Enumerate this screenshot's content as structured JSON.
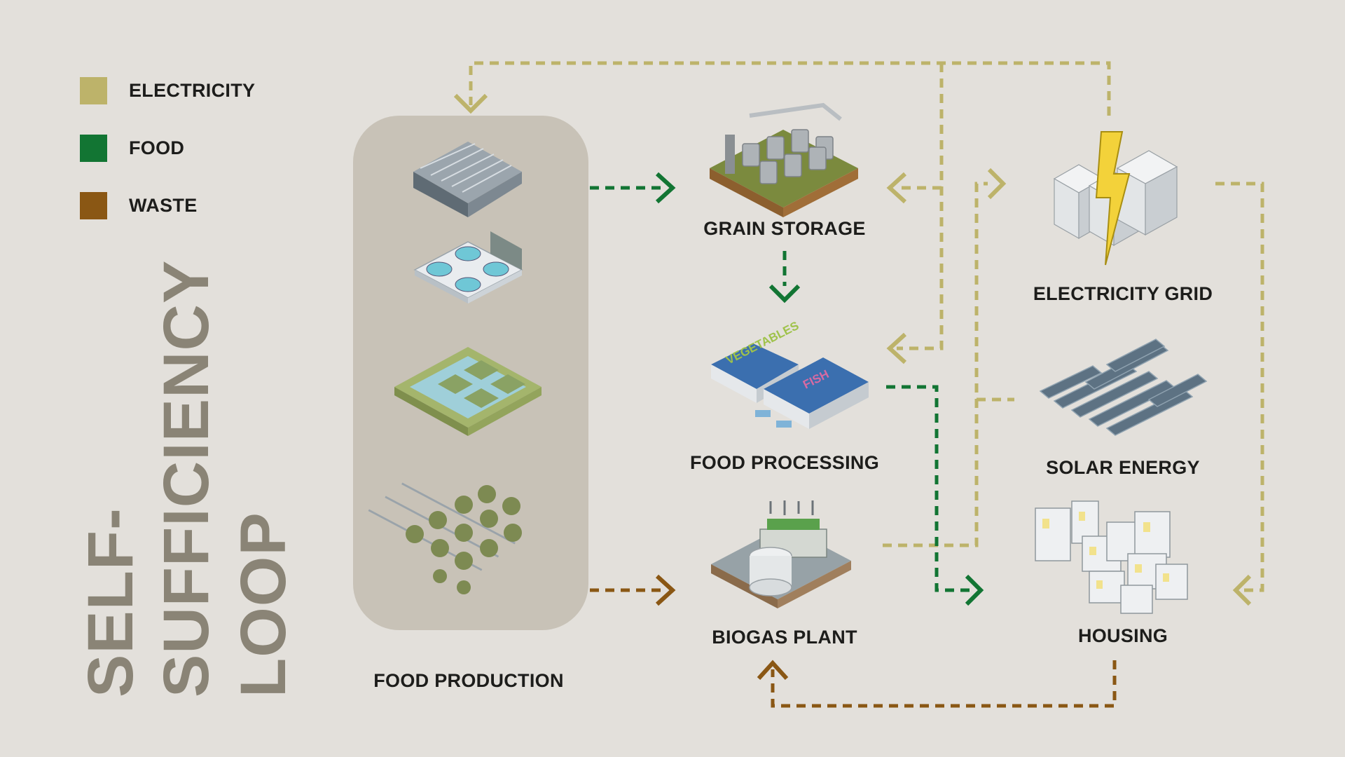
{
  "title": {
    "line1": "SELF-",
    "line2": "SUFFICIENCY",
    "line3": "LOOP"
  },
  "legend": {
    "electricity": {
      "label": "ELECTRICITY",
      "color": "#bdb36a"
    },
    "food": {
      "label": "FOOD",
      "color": "#127533"
    },
    "waste": {
      "label": "WASTE",
      "color": "#8a5714"
    }
  },
  "nodes": {
    "food_production": "FOOD PRODUCTION",
    "grain_storage": "GRAIN STORAGE",
    "food_processing": "FOOD PROCESSING",
    "biogas_plant": "BIOGAS PLANT",
    "electricity_grid": "ELECTRICITY GRID",
    "solar_energy": "SOLAR ENERGY",
    "housing": "HOUSING"
  },
  "building_signs": {
    "vegetables": "VEGETABLES",
    "fish": "FISH"
  },
  "icons": [
    "greenhouse-icon",
    "fish-tanks-icon",
    "aquaponics-pond-icon",
    "vertical-farm-icon",
    "grain-silo-icon",
    "processing-plant-icon",
    "biogas-plant-icon",
    "electricity-grid-icon",
    "solar-panels-icon",
    "housing-icon"
  ]
}
